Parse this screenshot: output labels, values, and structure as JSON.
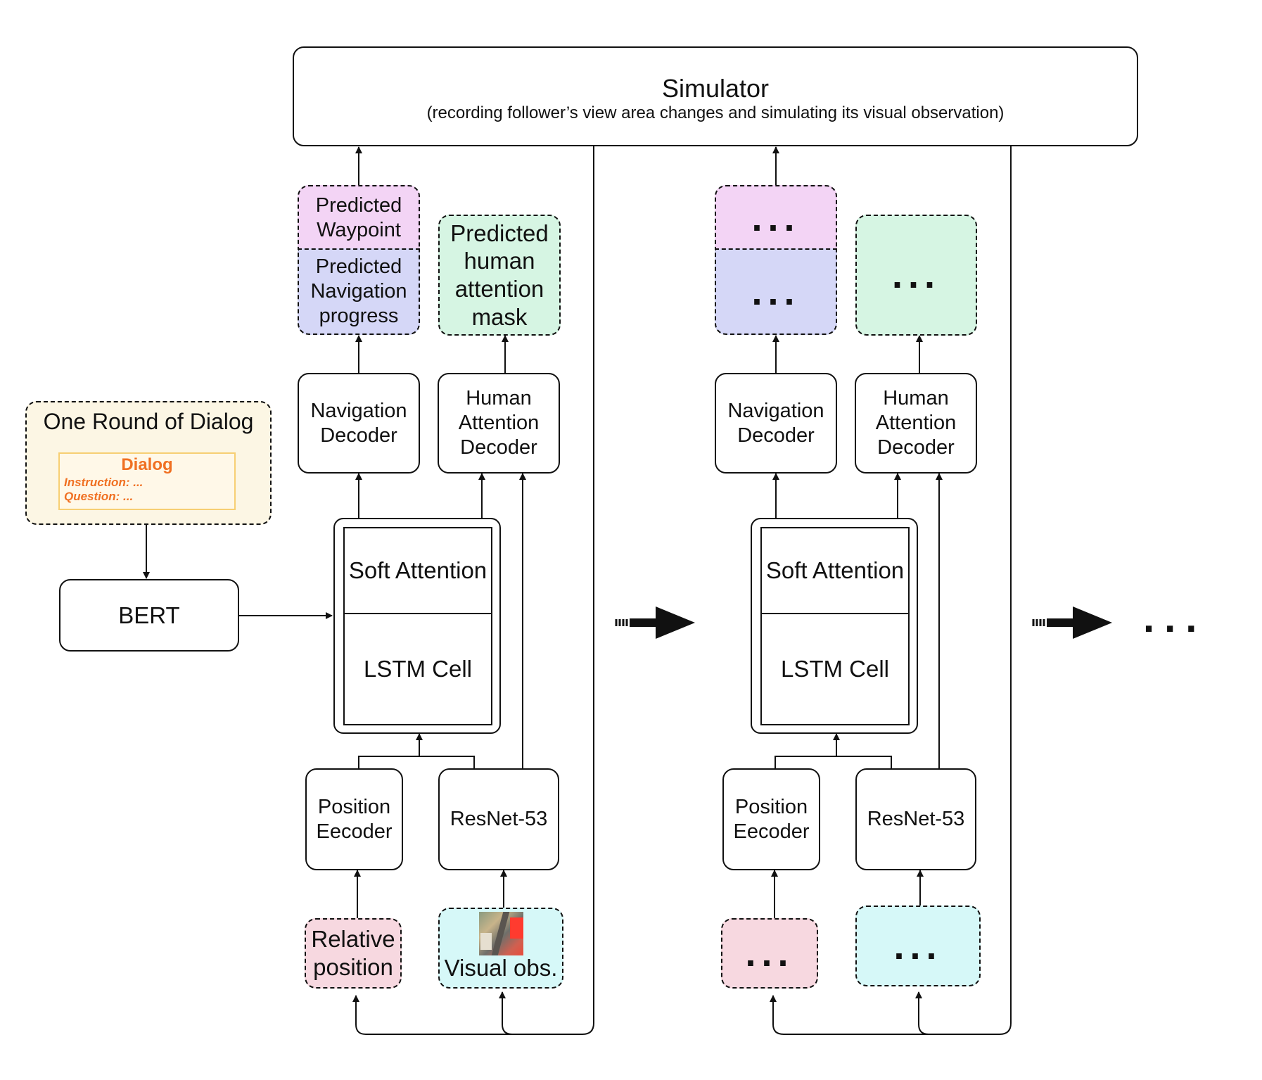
{
  "simulator": {
    "title": "Simulator",
    "subtitle": "(recording follower’s view area changes and simulating its visual observation)"
  },
  "dialog": {
    "title": "One Round of Dialog",
    "card_title": "Dialog",
    "instruction": "Instruction: ...",
    "question": "Question: ..."
  },
  "bert": "BERT",
  "step1": {
    "predicted_waypoint": "Predicted\nWaypoint",
    "predicted_progress": "Predicted\nNavigation\nprogress",
    "predicted_mask": "Predicted\nhuman\nattention\nmask",
    "nav_decoder": "Navigation\nDecoder",
    "hum_decoder": "Human\nAttention\nDecoder",
    "soft_attention": "Soft Attention",
    "lstm_cell": "LSTM Cell",
    "position_encoder": "Position\nEecoder",
    "resnet": "ResNet-53",
    "relative_position": "Relative\nposition",
    "visual_obs": "Visual obs."
  },
  "step2": {
    "nav_decoder": "Navigation\nDecoder",
    "hum_decoder": "Human\nAttention\nDecoder",
    "soft_attention": "Soft Attention",
    "lstm_cell": "LSTM Cell",
    "position_encoder": "Position\nEecoder",
    "resnet": "ResNet-53",
    "ellipsis": "..."
  },
  "trailing_ellipsis": "...",
  "colors": {
    "waypoint": "#f3d4f5",
    "progress": "#d5d7f7",
    "attention_mask": "#d6f5e3",
    "relative_position": "#f7d8e0",
    "visual_obs": "#d6f8f8",
    "dialog_bg": "#fcf6e4",
    "dialog_card_border": "#f7cf73",
    "dialog_text": "#f07022"
  }
}
